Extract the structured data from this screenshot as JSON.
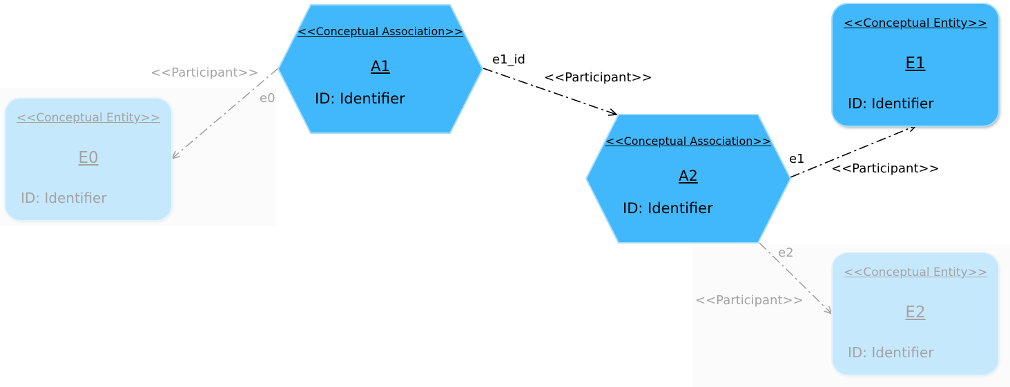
{
  "colors": {
    "active_fill": "#41b8fb",
    "ghost_fill": "#c6e8fd",
    "ghost_text": "#a3a3a3",
    "edge_active": "#000000",
    "edge_ghost": "#a3a3a3"
  },
  "associations": {
    "a1": {
      "stereotype": "<<Conceptual Association>>",
      "name": "A1",
      "attribute": "ID: Identifier"
    },
    "a2": {
      "stereotype": "<<Conceptual Association>>",
      "name": "A2",
      "attribute": "ID: Identifier"
    }
  },
  "entities": {
    "e0": {
      "stereotype": "<<Conceptual Entity>>",
      "name": "E0",
      "attribute": "ID: Identifier",
      "state": "inactive"
    },
    "e1": {
      "stereotype": "<<Conceptual Entity>>",
      "name": "E1",
      "attribute": "ID: Identifier",
      "state": "active"
    },
    "e2": {
      "stereotype": "<<Conceptual Entity>>",
      "name": "E2",
      "attribute": "ID: Identifier",
      "state": "inactive"
    }
  },
  "edges": {
    "a1_e0": {
      "role": "e0",
      "stereotype": "<<Participant>>"
    },
    "a1_a2": {
      "role": "e1_id",
      "stereotype": "<<Participant>>"
    },
    "a2_e1": {
      "role": "e1",
      "stereotype": "<<Participant>>"
    },
    "a2_e2": {
      "role": "e2",
      "stereotype": "<<Participant>>"
    }
  }
}
